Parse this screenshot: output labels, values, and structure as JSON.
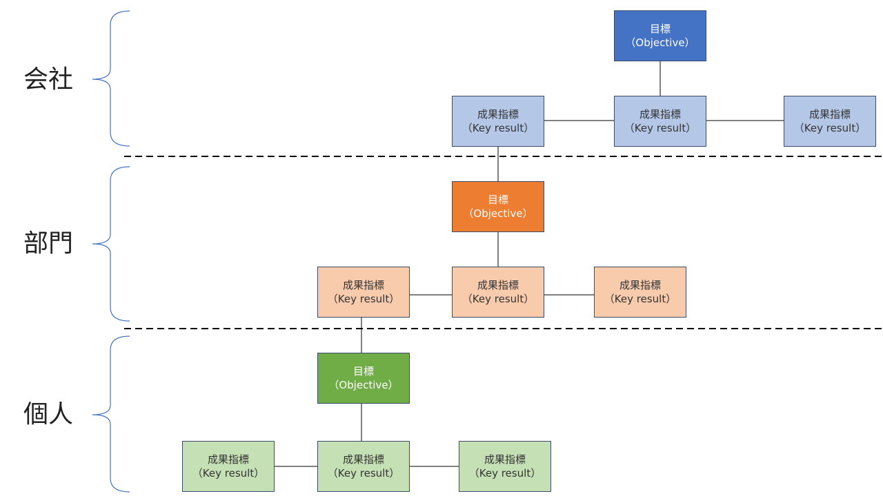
{
  "levels": {
    "company": "会社",
    "department": "部門",
    "individual": "個人"
  },
  "objective": {
    "line1": "目標",
    "line2": "（Objective）"
  },
  "key_result": {
    "line1": "成果指標",
    "line2": "（Key result）"
  },
  "colors": {
    "company_objective": "#4472c4",
    "company_kr": "#b4c7e7",
    "department_objective": "#ed7d31",
    "department_kr": "#f8cbad",
    "individual_objective": "#70ad47",
    "individual_kr": "#c5e0b4",
    "brace": "#4472c4"
  }
}
